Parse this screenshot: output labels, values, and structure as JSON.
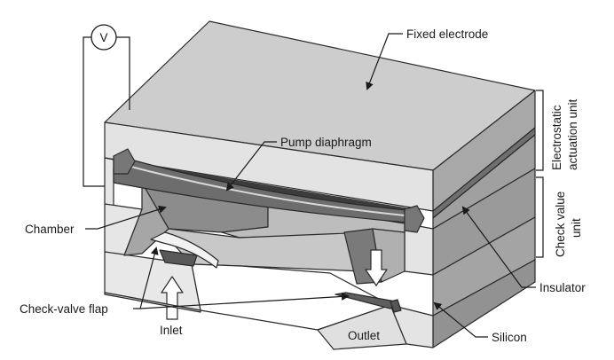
{
  "labels": {
    "fixed_electrode": "Fixed electrode",
    "pump_diaphragm": "Pump diaphragm",
    "chamber": "Chamber",
    "check_valve_flap": "Check-valve flap",
    "inlet": "Inlet",
    "outlet": "Outlet",
    "insulator": "Insulator",
    "silicon": "Silicon",
    "voltmeter": "V",
    "electrostatic_unit_line1": "Electrostatic",
    "electrostatic_unit_line2": "actuation unit",
    "check_valve_unit_line1": "Check value",
    "check_valve_unit_line2": "unit"
  },
  "colors": {
    "top_face": "#c9c9c9",
    "front_face": "#e4e4e4",
    "side_face": "#9e9e9e",
    "cavity_dark": "#8a8a8a",
    "cavity_mid": "#b5b5b5",
    "insulator": "#6f6f6f",
    "flap": "#f4f4f4"
  }
}
